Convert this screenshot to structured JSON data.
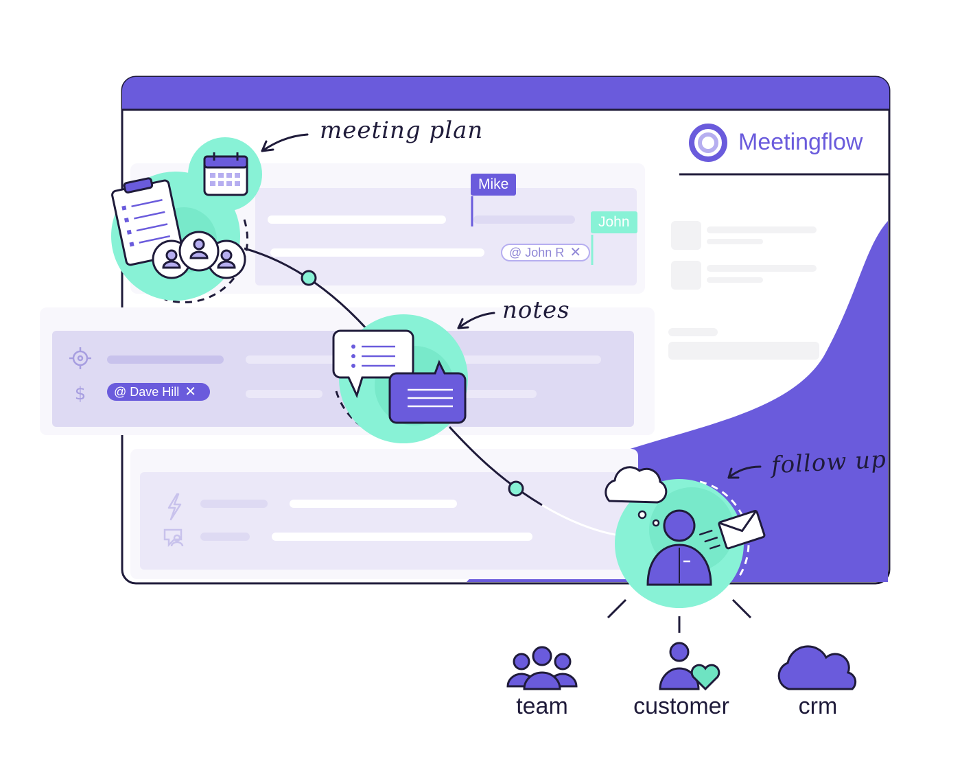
{
  "brand": {
    "name": "Meetingflow"
  },
  "annotations": {
    "meeting_plan": "meeting plan",
    "notes": "notes",
    "follow_up": "follow up"
  },
  "flags": {
    "mike": "Mike",
    "john": "John"
  },
  "chips": {
    "john_r": "@ John R",
    "dave_hill": "@ Dave Hill",
    "remove_symbol": "✕"
  },
  "destinations": [
    {
      "label": "team",
      "icon": "team-icon"
    },
    {
      "label": "customer",
      "icon": "customer-heart-icon"
    },
    {
      "label": "crm",
      "icon": "cloud-icon"
    }
  ],
  "icons": {
    "row_target": "target-icon",
    "row_dollar": "dollar-icon",
    "row_bolt": "bolt-icon",
    "row_chat_user": "chat-user-icon",
    "clipboard": "clipboard-icon",
    "calendar": "calendar-icon",
    "attendees": "attendees-icon",
    "chat": "chat-bubbles-icon",
    "thought": "thought-cloud-icon",
    "person": "person-icon",
    "envelope": "envelope-icon"
  },
  "colors": {
    "primary": "#6a5bdc",
    "mint": "#88f2d6",
    "mint_dark": "#6ee3c2",
    "panel": "#ebe8f8",
    "panel_dark": "#dedaf3",
    "outline": "#1f1b3a"
  }
}
